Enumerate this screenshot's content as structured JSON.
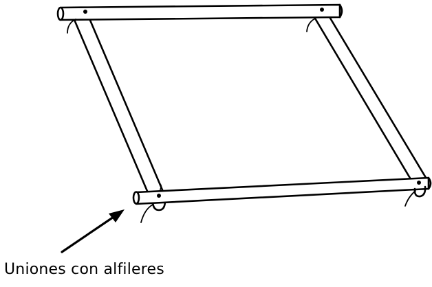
{
  "diagram": {
    "caption": "Uniones con alfileres",
    "stroke_color": "#000000",
    "fill_color": "#ffffff",
    "parts": [
      {
        "name": "top-bar",
        "kind": "rod"
      },
      {
        "name": "bottom-bar",
        "kind": "rod"
      },
      {
        "name": "left-bar",
        "kind": "rod"
      },
      {
        "name": "right-bar",
        "kind": "rod"
      },
      {
        "name": "pin-joint",
        "kind": "pin",
        "count": 4
      },
      {
        "name": "pointer-arrow",
        "kind": "arrow"
      }
    ]
  }
}
